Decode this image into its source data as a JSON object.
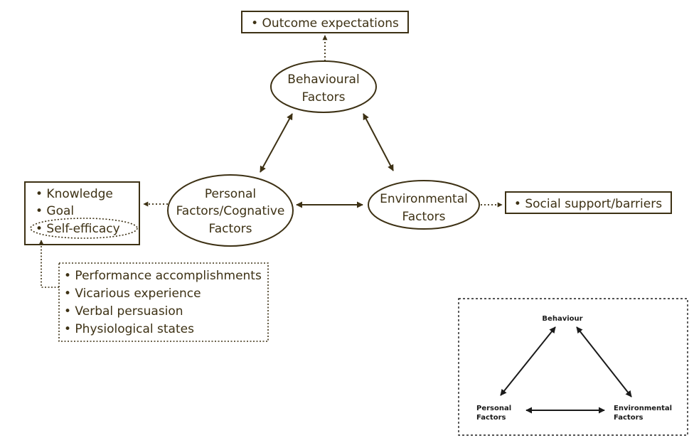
{
  "diagram": {
    "behavioural": [
      "Behavioural",
      "Factors"
    ],
    "personal": [
      "Personal",
      "Factors/Cognative",
      "Factors"
    ],
    "environmental": [
      "Environmental",
      "Factors"
    ],
    "outcome_box": "• Outcome expectations",
    "social_box": "• Social support/barriers",
    "personal_box": [
      "• Knowledge",
      "• Goal",
      "• Self-efficacy"
    ],
    "efficacy_sources": [
      "• Performance accomplishments",
      "• Vicarious experience",
      "• Verbal persuasion",
      "• Physiological states"
    ]
  },
  "inset": {
    "behaviour": "Behaviour",
    "personal": [
      "Personal",
      "Factors"
    ],
    "environmental": [
      "Environmental",
      "Factors"
    ]
  },
  "colors": {
    "main": "#3d3114",
    "inset": "#1a1a1a"
  }
}
